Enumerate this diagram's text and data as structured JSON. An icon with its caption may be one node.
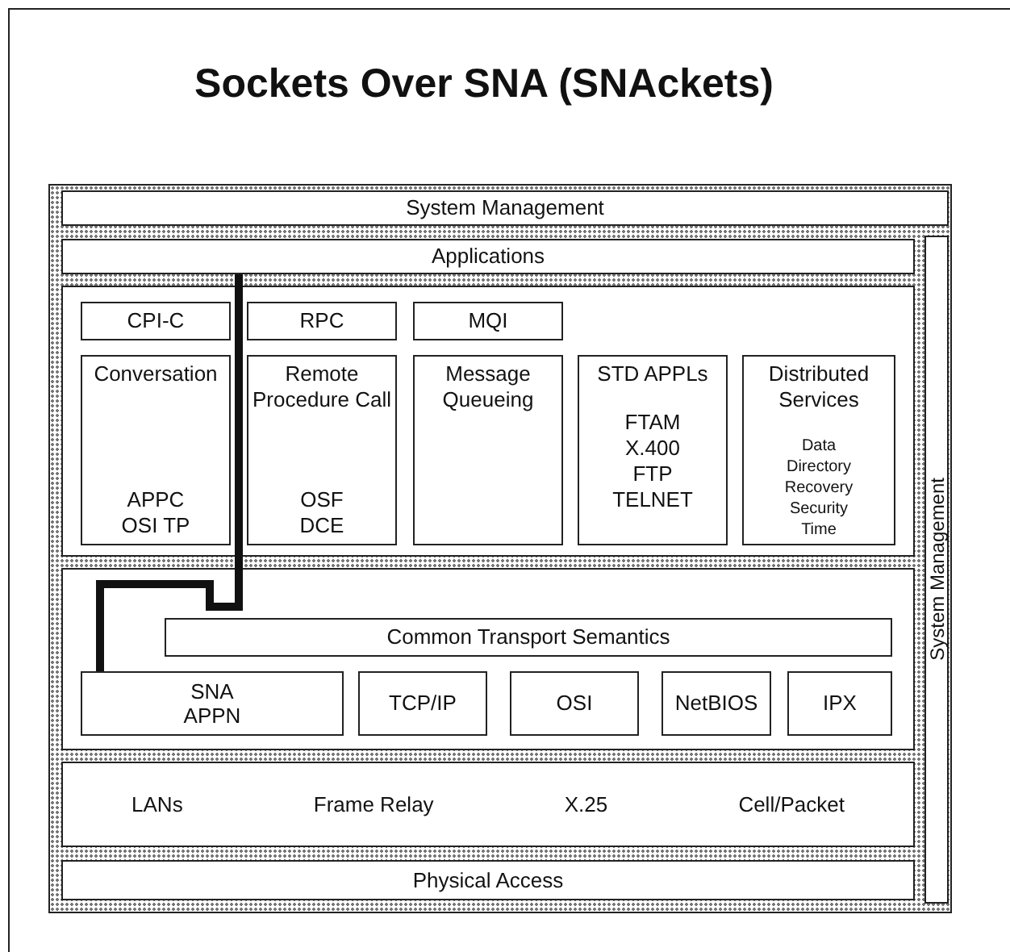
{
  "diagram": {
    "title": "Sockets Over SNA (SNAckets)",
    "nodes": [
      {
        "text": [
          "System Management"
        ]
      },
      {
        "text": [
          "System Management"
        ]
      },
      {
        "text": [
          "Applications"
        ]
      },
      {
        "text": [
          "CPI-C"
        ]
      },
      {
        "text": [
          "RPC"
        ]
      },
      {
        "text": [
          "MQI"
        ]
      },
      {
        "text": [
          "Conversation",
          "APPC",
          "OSI TP"
        ]
      },
      {
        "text": [
          "Remote Procedure Call",
          "OSF",
          "DCE"
        ]
      },
      {
        "text": [
          "Message Queueing"
        ]
      },
      {
        "text": [
          "STD APPLs",
          "FTAM",
          "X.400",
          "FTP",
          "TELNET"
        ]
      },
      {
        "text": [
          "Distributed Services",
          "Data",
          "Directory",
          "Recovery",
          "Security",
          "Time"
        ]
      },
      {
        "text": [
          "Common Transport Semantics"
        ]
      },
      {
        "text": [
          "SNA",
          "APPN"
        ]
      },
      {
        "text": [
          "TCP/IP"
        ]
      },
      {
        "text": [
          "OSI"
        ]
      },
      {
        "text": [
          "NetBIOS"
        ]
      },
      {
        "text": [
          "IPX"
        ]
      },
      {
        "text": [
          "LANs",
          "Frame Relay",
          "X.25",
          "Cell/Packet"
        ]
      },
      {
        "text": [
          "Physical Access"
        ]
      }
    ],
    "edges": [
      {
        "from": 2,
        "to": 12,
        "arrow": "none"
      }
    ]
  }
}
